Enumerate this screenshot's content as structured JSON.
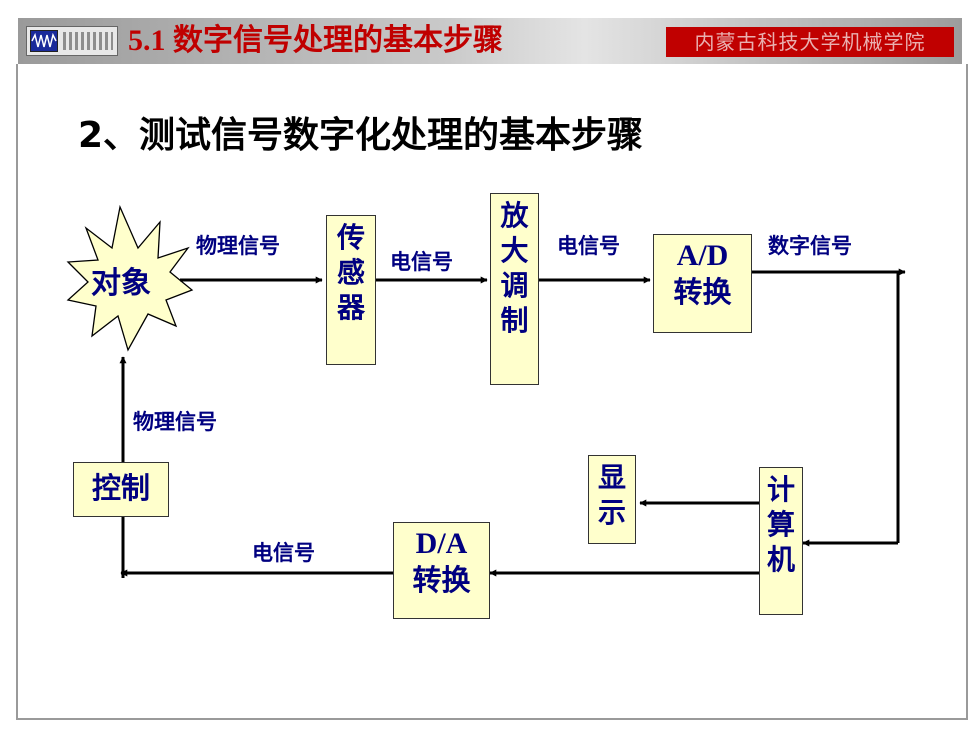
{
  "header": {
    "title": "5.1 数字信号处理的基本步骤",
    "school": "内蒙古科技大学机械学院",
    "icon": "oscilloscope-icon"
  },
  "slide_title": "2、测试信号数字化处理的基本步骤",
  "nodes": {
    "object": "对象",
    "sensor": [
      "传",
      "感",
      "器"
    ],
    "amp": [
      "放",
      "大",
      "调",
      "制"
    ],
    "adc": [
      "A/D",
      "转换"
    ],
    "computer": [
      "计",
      "算",
      "机"
    ],
    "display": [
      "显",
      "示"
    ],
    "dac": [
      "D/A",
      "转换"
    ],
    "control": "控制"
  },
  "labels": {
    "object_to_sensor": "物理信号",
    "sensor_to_amp": "电信号",
    "amp_to_adc": "电信号",
    "adc_out": "数字信号",
    "control_to_object": "物理信号",
    "dac_to_control": "电信号"
  },
  "colors": {
    "header_title": "#c00000",
    "box_fill": "#ffffcc",
    "box_text": "#000080"
  }
}
